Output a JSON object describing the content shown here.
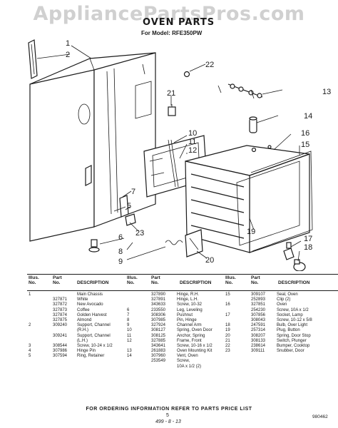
{
  "watermark": "AppliancePartsPros.com",
  "title": "OVEN PARTS",
  "model_line": "For Model: RFE350PW",
  "callouts": [
    "1",
    "2",
    "22",
    "13",
    "21",
    "14",
    "16",
    "15",
    "10",
    "11",
    "12",
    "7",
    "5",
    "6",
    "23",
    "8",
    "9",
    "19",
    "20",
    "17",
    "18"
  ],
  "table_headers": {
    "illus": "Illus.\nNo.",
    "part": "Part\nNo.",
    "description": "DESCRIPTION"
  },
  "columns": [
    [
      {
        "illus": "1",
        "part": "",
        "desc": "Main Chassis"
      },
      {
        "illus": "",
        "part": "327871",
        "desc": "White"
      },
      {
        "illus": "",
        "part": "327872",
        "desc": "New Avocado"
      },
      {
        "illus": "",
        "part": "327873",
        "desc": "Coffee"
      },
      {
        "illus": "",
        "part": "327874",
        "desc": "Golden Harvest"
      },
      {
        "illus": "",
        "part": "327875",
        "desc": "Almond"
      },
      {
        "illus": "2",
        "part": "309240",
        "desc": "Support, Channel"
      },
      {
        "illus": "",
        "part": "",
        "desc": "(R.H.)"
      },
      {
        "illus": "",
        "part": "309241",
        "desc": "Support, Channel"
      },
      {
        "illus": "",
        "part": "",
        "desc": "(L.H.)"
      },
      {
        "illus": "3",
        "part": "308544",
        "desc": "Screw, 10-24 x 1/2"
      },
      {
        "illus": "4",
        "part": "307986",
        "desc": "Hinge Pin"
      },
      {
        "illus": "5",
        "part": "307594",
        "desc": "Ring, Retainer"
      }
    ],
    [
      {
        "illus": "",
        "part": "327890",
        "desc": "Hinge, R.H."
      },
      {
        "illus": "",
        "part": "327891",
        "desc": "Hinge, L.H."
      },
      {
        "illus": "",
        "part": "343633",
        "desc": "Screw, 10-32"
      },
      {
        "illus": "6",
        "part": "233550",
        "desc": "Leg, Leveling"
      },
      {
        "illus": "7",
        "part": "308306",
        "desc": "Pushnut"
      },
      {
        "illus": "8",
        "part": "307985",
        "desc": "Pin, Hinge"
      },
      {
        "illus": "9",
        "part": "327924",
        "desc": "Channel Arm"
      },
      {
        "illus": "10",
        "part": "308127",
        "desc": "Spring, Oven Door"
      },
      {
        "illus": "11",
        "part": "308125",
        "desc": "Anchor, Spring"
      },
      {
        "illus": "12",
        "part": "327885",
        "desc": "Frame, Front"
      },
      {
        "illus": "",
        "part": "343641",
        "desc": "Screw, 10-16 x 1/2"
      },
      {
        "illus": "13",
        "part": "261883",
        "desc": "Oven Mounting Kit"
      },
      {
        "illus": "14",
        "part": "307960",
        "desc": "Vent, Oven"
      },
      {
        "illus": "",
        "part": "253549",
        "desc": "Screw,"
      },
      {
        "illus": "",
        "part": "",
        "desc": "10A x 1/2 (2)"
      }
    ],
    [
      {
        "illus": "15",
        "part": "309107",
        "desc": "Seal, Oven"
      },
      {
        "illus": "",
        "part": "252893",
        "desc": "Clip (2)"
      },
      {
        "illus": "16",
        "part": "327851",
        "desc": "Oven"
      },
      {
        "illus": "",
        "part": "254230",
        "desc": "Screw, 10A x 1/2"
      },
      {
        "illus": "17",
        "part": "307856",
        "desc": "Socket, Lamp"
      },
      {
        "illus": "",
        "part": "308043",
        "desc": "Screw, 10-12 x 5/8"
      },
      {
        "illus": "18",
        "part": "247591",
        "desc": "Bulb, Over Light"
      },
      {
        "illus": "19",
        "part": "257314",
        "desc": "Plug, Button"
      },
      {
        "illus": "20",
        "part": "308207",
        "desc": "Spring, Door Stop"
      },
      {
        "illus": "21",
        "part": "308133",
        "desc": "Switch, Plunger"
      },
      {
        "illus": "22",
        "part": "238614",
        "desc": "Bumper, Cooktop"
      },
      {
        "illus": "23",
        "part": "309111",
        "desc": "Snubber, Door"
      }
    ]
  ],
  "footer_note": "FOR ORDERING INFORMATION REFER TO PARTS PRICE LIST",
  "page_number": "5",
  "doc_code": "980462",
  "handwritten_note": "499 - 8 - 13"
}
